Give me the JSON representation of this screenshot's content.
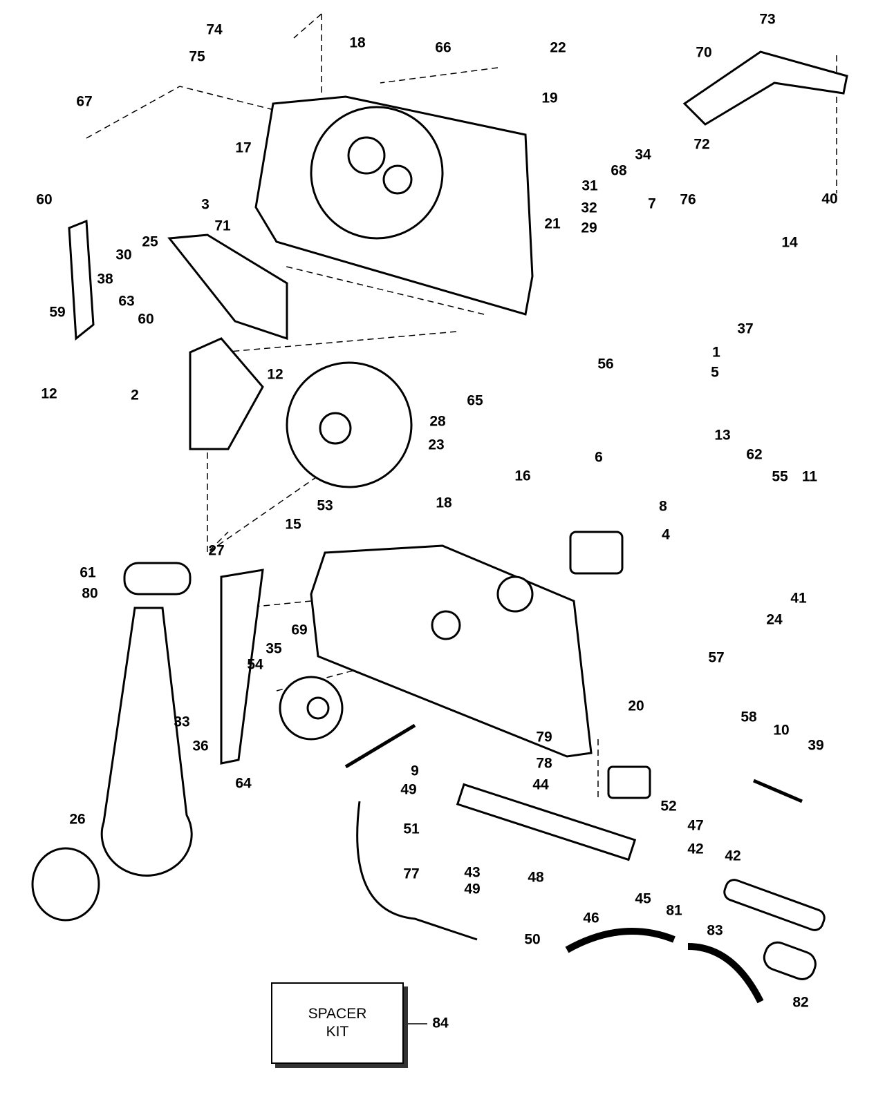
{
  "callouts": [
    "74",
    "75",
    "18",
    "66",
    "22",
    "73",
    "70",
    "19",
    "67",
    "17",
    "3",
    "34",
    "68",
    "72",
    "31",
    "60",
    "71",
    "25",
    "30",
    "7",
    "76",
    "40",
    "21",
    "32",
    "29",
    "38",
    "63",
    "59",
    "60",
    "14",
    "37",
    "1",
    "5",
    "56",
    "12",
    "2",
    "12",
    "65",
    "28",
    "23",
    "53",
    "15",
    "13",
    "62",
    "55",
    "11",
    "6",
    "16",
    "8",
    "4",
    "18",
    "27",
    "61",
    "80",
    "41",
    "24",
    "35",
    "54",
    "69",
    "57",
    "20",
    "33",
    "36",
    "79",
    "58",
    "10",
    "39",
    "78",
    "9",
    "64",
    "44",
    "49",
    "52",
    "26",
    "51",
    "47",
    "42",
    "42",
    "43",
    "48",
    "77",
    "49",
    "45",
    "46",
    "81",
    "83",
    "50",
    "82",
    "84"
  ],
  "spacer_kit": {
    "line1": "SPACER",
    "line2": "KIT"
  }
}
